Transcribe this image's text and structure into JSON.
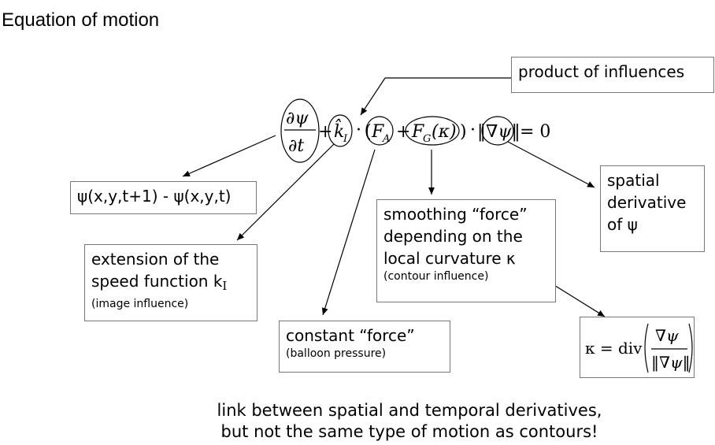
{
  "title": "Equation of motion",
  "boxes": {
    "product": "product of influences",
    "psi_diff": "ψ(x,y,t+1) - ψ(x,y,t)",
    "speed_line1": "extension of the",
    "speed_line2": "speed function k",
    "speed_sub": "I",
    "speed_small": "(image influence)",
    "constant_line": "constant “force”",
    "constant_small": "(balloon pressure)",
    "smooth_line1": "smoothing “force”",
    "smooth_line2": "depending on the",
    "smooth_line3": "local curvature κ",
    "smooth_small": "(contour influence)",
    "spatial_line1": "spatial",
    "spatial_line2": "derivative",
    "spatial_line3": "of ψ"
  },
  "equation": {
    "num": "∂ψ",
    "den": "∂t",
    "plus1": "+",
    "k": "k̂",
    "k_sub": "I",
    "dot1": "·",
    "fa": "F",
    "fa_sub": "A",
    "plus2": "+",
    "fg": "F",
    "fg_sub": "G",
    "kappa_arg": "(κ)",
    "dot2": "·",
    "grad": "‖∇ψ‖",
    "eq_zero": "= 0"
  },
  "curvature_formula": {
    "lhs": "κ = div",
    "num": "∇ψ",
    "den": "‖∇ψ‖"
  },
  "bottom": {
    "line1": "link between spatial and temporal derivatives,",
    "line2": "but not the same type of motion as contours!"
  }
}
